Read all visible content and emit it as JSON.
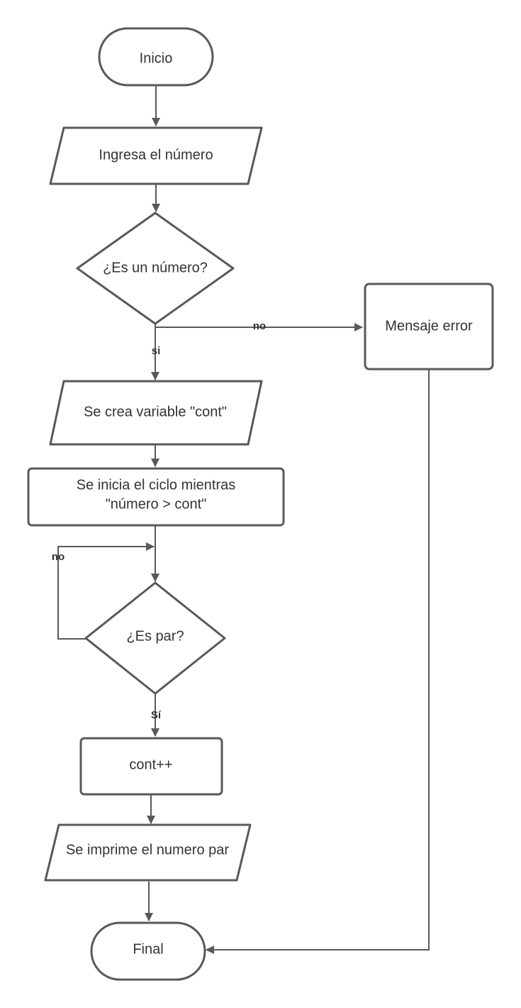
{
  "nodes": {
    "start": {
      "label": "Inicio"
    },
    "input": {
      "label": "Ingresa el número"
    },
    "decision_number": {
      "label": "¿Es un número?"
    },
    "error": {
      "label": "Mensaje error"
    },
    "create_var": {
      "label": "Se crea variable \"cont\""
    },
    "loop": {
      "line1": "Se inicia el ciclo mientras",
      "line2": "\"número > cont\""
    },
    "decision_even": {
      "label": "¿Es par?"
    },
    "increment": {
      "label": "cont++"
    },
    "print": {
      "label": "Se imprime el numero par"
    },
    "end": {
      "label": "Final"
    }
  },
  "edges": {
    "number_no": "no",
    "number_yes": "si",
    "even_no": "no",
    "even_yes": "Sí"
  },
  "colors": {
    "stroke": "#595959",
    "text": "#333333",
    "background": "#ffffff"
  }
}
